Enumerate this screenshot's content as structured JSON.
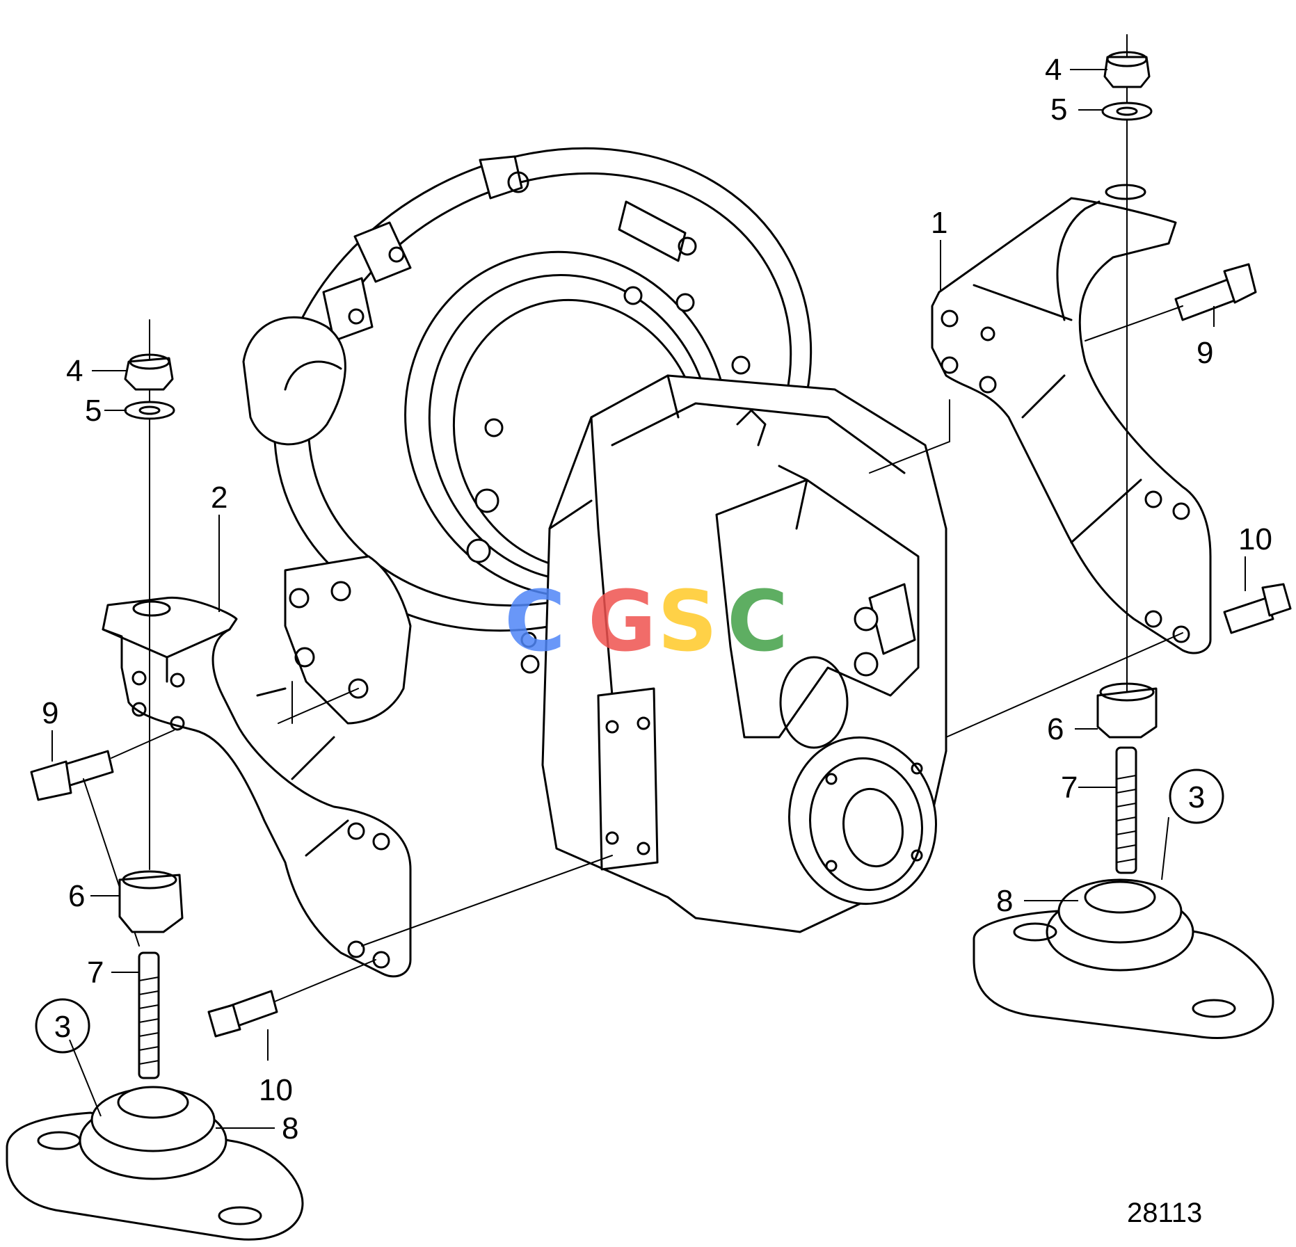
{
  "callouts": {
    "right_nut": "4",
    "right_washer": "5",
    "right_bracket": "1",
    "right_bolt_upper": "9",
    "right_bolt_lower": "10",
    "right_nut_large": "6",
    "right_stud": "7",
    "right_mount": "3",
    "right_ring": "8",
    "left_nut": "4",
    "left_washer": "5",
    "left_bracket": "2",
    "left_bolt_upper": "9",
    "left_nut_large": "6",
    "left_stud": "7",
    "left_mount": "3",
    "left_bolt_lower": "10",
    "left_ring": "8"
  },
  "reference_number": "28113",
  "watermark": {
    "letters": [
      "C",
      "G",
      "S",
      "C"
    ],
    "colors": [
      "#4f86f7",
      "#ef5350",
      "#ffca28",
      "#43a047"
    ]
  }
}
